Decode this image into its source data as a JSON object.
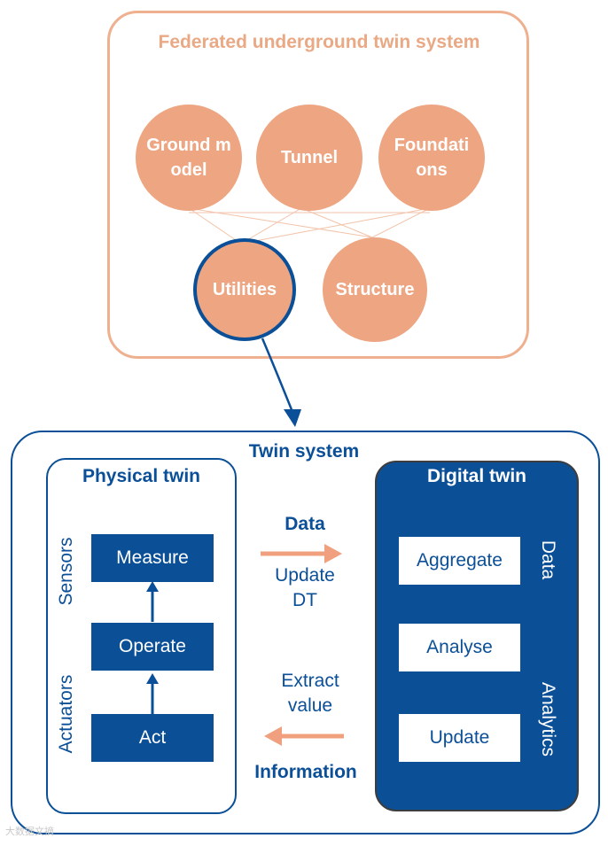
{
  "federated": {
    "title": "Federated underground twin system",
    "nodes": [
      {
        "id": "ground-model",
        "label": "Ground model"
      },
      {
        "id": "tunnel",
        "label": "Tunnel"
      },
      {
        "id": "foundations",
        "label": "Foundations"
      },
      {
        "id": "utilities",
        "label": "Utilities"
      },
      {
        "id": "structure",
        "label": "Structure"
      }
    ]
  },
  "twin_system": {
    "title": "Twin system",
    "physical": {
      "title": "Physical twin",
      "boxes": [
        "Measure",
        "Operate",
        "Act"
      ],
      "side_labels": [
        "Sensors",
        "Actuators"
      ]
    },
    "digital": {
      "title": "Digital twin",
      "boxes": [
        "Aggregate",
        "Analyse",
        "Update"
      ],
      "side_labels": [
        "Data",
        "Analytics"
      ]
    },
    "flow_top": {
      "heading": "Data",
      "line1": "Update",
      "line2": "DT"
    },
    "flow_bottom": {
      "line1": "Extract",
      "line2": "value",
      "heading": "Information"
    }
  },
  "colors": {
    "peach": "#eda582",
    "peach_border": "#efb08f",
    "blue": "#0b4f97",
    "arrow_peach": "#f0a07e"
  },
  "watermark": "大数据文摘"
}
